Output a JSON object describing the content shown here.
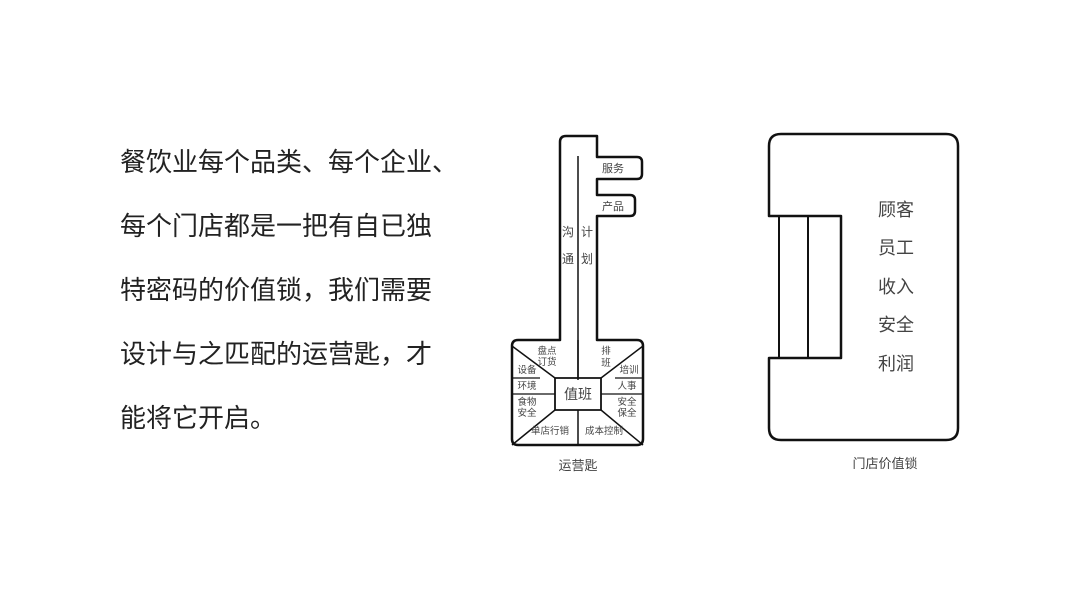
{
  "text_block": {
    "lines": [
      "餐饮业每个品类、每个企业、",
      "每个门店都是一把有自已独",
      "特密码的价值锁，我们需要",
      "设计与之匹配的运营匙，才",
      "能将它开启。"
    ]
  },
  "key": {
    "caption": "运营匙",
    "teeth": [
      "服务",
      "产品"
    ],
    "shaft_left": [
      "沟",
      "通"
    ],
    "shaft_right": [
      "计",
      "划"
    ],
    "center": "值班",
    "top_left": [
      "盘点",
      "订货"
    ],
    "top_right": [
      "排",
      "班"
    ],
    "left": [
      "设备",
      "环境",
      "食物",
      "安全"
    ],
    "right": [
      "培训",
      "人事",
      "安全",
      "保全"
    ],
    "bottom_left": "单店行销",
    "bottom_right": "成本控制"
  },
  "lock": {
    "caption": "门店价值锁",
    "values": [
      "顾客",
      "员工",
      "收入",
      "安全",
      "利润"
    ]
  }
}
